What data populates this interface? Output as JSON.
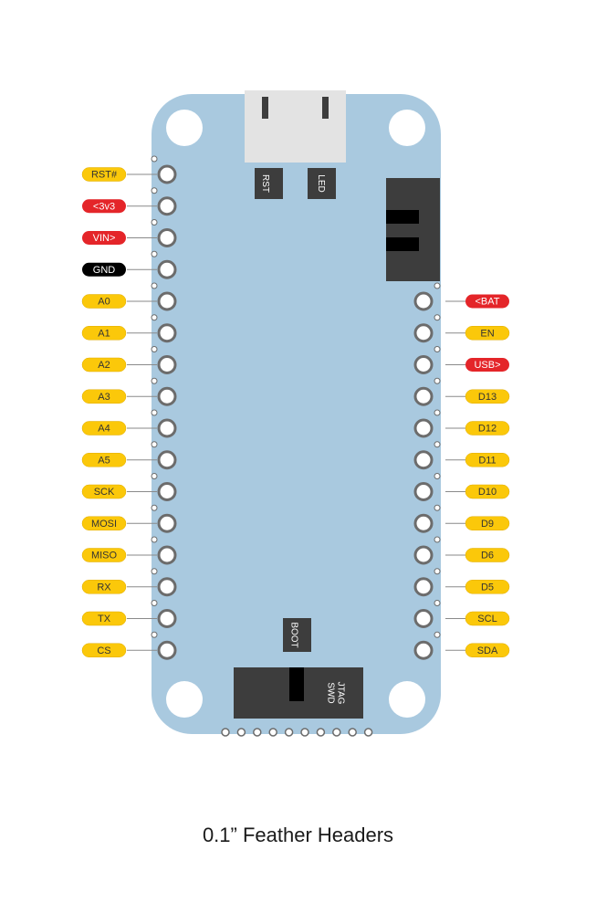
{
  "caption": "0.1” Feather Headers",
  "colors": {
    "board": "#a9c9df",
    "component": "#3d3d3d",
    "connector": "#e3e3e3",
    "pad": "#6c6c6c",
    "pin_yellow": "#fbc80a",
    "pin_red": "#e42529",
    "pin_black": "#000000",
    "leader": "#8a8a8a"
  },
  "components": {
    "rst_button": "RST",
    "led": "LED",
    "boot_button": "BOOT",
    "jtag_line1": "JTAG",
    "jtag_line2": "SWD"
  },
  "left_pins": [
    {
      "label": "RST#",
      "color": "yellow"
    },
    {
      "label": "<3v3",
      "color": "red"
    },
    {
      "label": "VIN>",
      "color": "red"
    },
    {
      "label": "GND",
      "color": "black"
    },
    {
      "label": "A0",
      "color": "yellow"
    },
    {
      "label": "A1",
      "color": "yellow"
    },
    {
      "label": "A2",
      "color": "yellow"
    },
    {
      "label": "A3",
      "color": "yellow"
    },
    {
      "label": "A4",
      "color": "yellow"
    },
    {
      "label": "A5",
      "color": "yellow"
    },
    {
      "label": "SCK",
      "color": "yellow"
    },
    {
      "label": "MOSI",
      "color": "yellow"
    },
    {
      "label": "MISO",
      "color": "yellow"
    },
    {
      "label": "RX",
      "color": "yellow"
    },
    {
      "label": "TX",
      "color": "yellow"
    },
    {
      "label": "CS",
      "color": "yellow"
    }
  ],
  "right_pins": [
    {
      "label": "<BAT",
      "color": "red"
    },
    {
      "label": "EN",
      "color": "yellow"
    },
    {
      "label": "USB>",
      "color": "red"
    },
    {
      "label": "D13",
      "color": "yellow"
    },
    {
      "label": "D12",
      "color": "yellow"
    },
    {
      "label": "D11",
      "color": "yellow"
    },
    {
      "label": "D10",
      "color": "yellow"
    },
    {
      "label": "D9",
      "color": "yellow"
    },
    {
      "label": "D6",
      "color": "yellow"
    },
    {
      "label": "D5",
      "color": "yellow"
    },
    {
      "label": "SCL",
      "color": "yellow"
    },
    {
      "label": "SDA",
      "color": "yellow"
    }
  ]
}
